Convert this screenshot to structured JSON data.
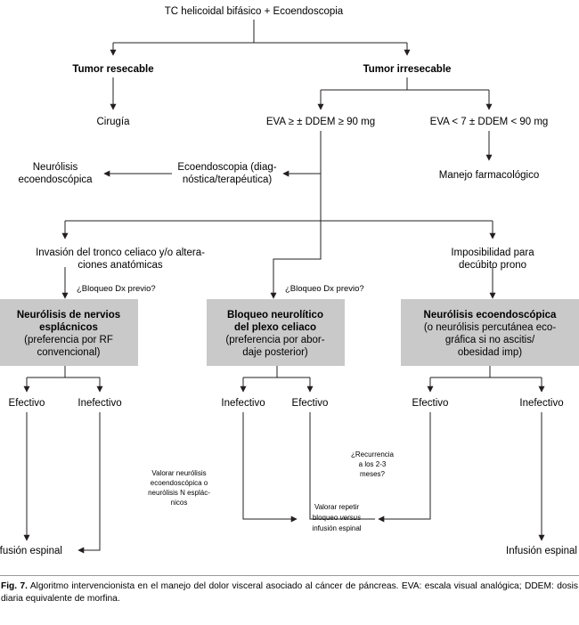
{
  "figure": {
    "caption_label": "Fig. 7.",
    "caption_text": "Algoritmo intervencionista en el manejo del dolor visceral asociado al cáncer de páncreas. EVA: escala visual analógica; DDEM: dosis diaria equivalente de morfina.",
    "colors": {
      "box_fill": "#c9c9c9",
      "line": "#231f20",
      "text": "#000000",
      "background": "#ffffff"
    }
  },
  "flowchart": {
    "type": "flowchart",
    "title": "Algoritmo intervencionista en el manejo del dolor visceral asociado al cáncer de páncreas",
    "nodes": {
      "root": {
        "label": "TC helicoidal bifásico + Ecoendoscopia"
      },
      "tumor_resecable": {
        "label": "Tumor resecable"
      },
      "tumor_irresecable": {
        "label": "Tumor irresecable"
      },
      "cirugia": {
        "label": "Cirugía"
      },
      "eva_alta": {
        "label": "EVA ≥ ± DDEM ≥ 90 mg"
      },
      "eva_baja": {
        "label": "EVA < 7 ± DDEM < 90 mg"
      },
      "ecoendoscopia_diag_l1": {
        "label": "Ecoendoscopia (diag-"
      },
      "ecoendoscopia_diag_l2": {
        "label": "nóstica/terapéutica)"
      },
      "neurolisis_eco_l1": {
        "label": "Neurólisis"
      },
      "neurolisis_eco_l2": {
        "label": "ecoendoscópica"
      },
      "manejo_farmacologico": {
        "label": "Manejo farmacológico"
      },
      "invasion_tronco_l1": {
        "label": "Invasión del tronco celiaco y/o altera-"
      },
      "invasion_tronco_l2": {
        "label": "ciones anatómicas"
      },
      "imposibilidad_l1": {
        "label": "Imposibilidad para"
      },
      "imposibilidad_l2": {
        "label": "decúbito prono"
      },
      "bloqueo_dx_left": {
        "label": "¿Bloqueo Dx previo?"
      },
      "bloqueo_dx_mid": {
        "label": "¿Bloqueo Dx previo?"
      },
      "box_esplacnicos": {
        "lines": [
          {
            "text": "Neurólisis de nervios",
            "bold": true
          },
          {
            "text": "esplácnicos",
            "bold": true
          },
          {
            "text": "(preferencia por RF",
            "bold": false
          },
          {
            "text": "convencional)",
            "bold": false
          }
        ]
      },
      "box_plexo_celiaco": {
        "lines": [
          {
            "text": "Bloqueo neurolítico",
            "bold": true
          },
          {
            "text": "del plexo celiaco",
            "bold": true
          },
          {
            "text": "(preferencia por abor-",
            "bold": false
          },
          {
            "text": "daje posterior)",
            "bold": false
          }
        ]
      },
      "box_neurolisis_eco": {
        "lines": [
          {
            "text": "Neurólisis ecoendoscópica",
            "bold": true
          },
          {
            "text": "(o neurólisis percutánea eco-",
            "bold": false
          },
          {
            "text": "gráfica si no ascitis/",
            "bold": false
          },
          {
            "text": "obesidad imp)",
            "bold": false
          }
        ]
      },
      "efectivo_1": {
        "label": "Efectivo"
      },
      "inefectivo_1": {
        "label": "Inefectivo"
      },
      "inefectivo_2": {
        "label": "Inefectivo"
      },
      "efectivo_2": {
        "label": "Efectivo"
      },
      "efectivo_3": {
        "label": "Efectivo"
      },
      "inefectivo_3": {
        "label": "Inefectivo"
      },
      "valorar_neurolisis": {
        "lines": [
          "Valorar neurólisis",
          "ecoendoscópica o",
          "neurólisis N esplác-",
          "nicos"
        ]
      },
      "recurrencia": {
        "lines": [
          "¿Recurrencia",
          "a los 2-3",
          "meses?"
        ]
      },
      "valorar_repetir": {
        "lines": [
          "Valorar repetir",
          "bloqueo versus",
          "infusión espinal"
        ],
        "italic_word": "versus"
      },
      "infusion_espinal_left": {
        "label": "Infusión espinal"
      },
      "infusion_espinal_right": {
        "label": "Infusión espinal"
      }
    }
  }
}
